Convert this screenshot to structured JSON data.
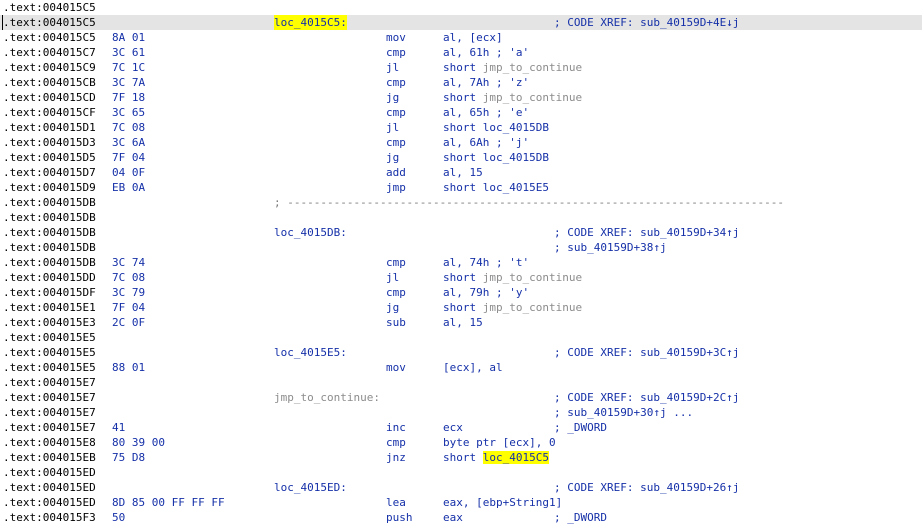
{
  "colors": {
    "background": "#ffffff",
    "address": "#000000",
    "code": "#1530a8",
    "comment_gray": "#8c8c8c",
    "highlight": "#ffff00",
    "selected_row": "#e4e4e4"
  },
  "listing": [
    {
      "addr": ".text:004015C5"
    },
    {
      "addr": ".text:004015C5",
      "selected": true,
      "label": "loc_4015C5:",
      "label_hl": true,
      "comment": "; CODE XREF: sub_40159D+4E↓j"
    },
    {
      "addr": ".text:004015C5",
      "bytes": "8A 01",
      "mnem": "mov",
      "ops": [
        {
          "t": "al, [ecx]"
        }
      ]
    },
    {
      "addr": ".text:004015C7",
      "bytes": "3C 61",
      "mnem": "cmp",
      "ops": [
        {
          "t": "al, 61h ; 'a'"
        }
      ]
    },
    {
      "addr": ".text:004015C9",
      "bytes": "7C 1C",
      "mnem": "jl",
      "ops": [
        {
          "t": "short "
        },
        {
          "t": "jmp_to_continue",
          "c": "gray"
        }
      ]
    },
    {
      "addr": ".text:004015CB",
      "bytes": "3C 7A",
      "mnem": "cmp",
      "ops": [
        {
          "t": "al, 7Ah ; 'z'"
        }
      ]
    },
    {
      "addr": ".text:004015CD",
      "bytes": "7F 18",
      "mnem": "jg",
      "ops": [
        {
          "t": "short "
        },
        {
          "t": "jmp_to_continue",
          "c": "gray"
        }
      ]
    },
    {
      "addr": ".text:004015CF",
      "bytes": "3C 65",
      "mnem": "cmp",
      "ops": [
        {
          "t": "al, 65h ; 'e'"
        }
      ]
    },
    {
      "addr": ".text:004015D1",
      "bytes": "7C 08",
      "mnem": "jl",
      "ops": [
        {
          "t": "short loc_4015DB"
        }
      ]
    },
    {
      "addr": ".text:004015D3",
      "bytes": "3C 6A",
      "mnem": "cmp",
      "ops": [
        {
          "t": "al, 6Ah ; 'j'"
        }
      ]
    },
    {
      "addr": ".text:004015D5",
      "bytes": "7F 04",
      "mnem": "jg",
      "ops": [
        {
          "t": "short loc_4015DB"
        }
      ]
    },
    {
      "addr": ".text:004015D7",
      "bytes": "04 0F",
      "mnem": "add",
      "ops": [
        {
          "t": "al, 15"
        }
      ]
    },
    {
      "addr": ".text:004015D9",
      "bytes": "EB 0A",
      "mnem": "jmp",
      "ops": [
        {
          "t": "short loc_4015E5"
        }
      ]
    },
    {
      "addr": ".text:004015DB",
      "separator": "; ---------------------------------------------------------------------------"
    },
    {
      "addr": ".text:004015DB"
    },
    {
      "addr": ".text:004015DB",
      "label": "loc_4015DB:",
      "comment": "; CODE XREF: sub_40159D+34↑j"
    },
    {
      "addr": ".text:004015DB",
      "comment": "; sub_40159D+38↑j"
    },
    {
      "addr": ".text:004015DB",
      "bytes": "3C 74",
      "mnem": "cmp",
      "ops": [
        {
          "t": "al, 74h ; 't'"
        }
      ]
    },
    {
      "addr": ".text:004015DD",
      "bytes": "7C 08",
      "mnem": "jl",
      "ops": [
        {
          "t": "short "
        },
        {
          "t": "jmp_to_continue",
          "c": "gray"
        }
      ]
    },
    {
      "addr": ".text:004015DF",
      "bytes": "3C 79",
      "mnem": "cmp",
      "ops": [
        {
          "t": "al, 79h ; 'y'"
        }
      ]
    },
    {
      "addr": ".text:004015E1",
      "bytes": "7F 04",
      "mnem": "jg",
      "ops": [
        {
          "t": "short "
        },
        {
          "t": "jmp_to_continue",
          "c": "gray"
        }
      ]
    },
    {
      "addr": ".text:004015E3",
      "bytes": "2C 0F",
      "mnem": "sub",
      "ops": [
        {
          "t": "al, 15"
        }
      ]
    },
    {
      "addr": ".text:004015E5"
    },
    {
      "addr": ".text:004015E5",
      "label": "loc_4015E5:",
      "comment": "; CODE XREF: sub_40159D+3C↑j"
    },
    {
      "addr": ".text:004015E5",
      "bytes": "88 01",
      "mnem": "mov",
      "ops": [
        {
          "t": "[ecx], al"
        }
      ]
    },
    {
      "addr": ".text:004015E7"
    },
    {
      "addr": ".text:004015E7",
      "label": "jmp_to_continue:",
      "label_gray": true,
      "comment": "; CODE XREF: sub_40159D+2C↑j"
    },
    {
      "addr": ".text:004015E7",
      "comment": "; sub_40159D+30↑j ..."
    },
    {
      "addr": ".text:004015E7",
      "bytes": "41",
      "mnem": "inc",
      "ops": [
        {
          "t": "ecx"
        }
      ],
      "comment": "; _DWORD"
    },
    {
      "addr": ".text:004015E8",
      "bytes": "80 39 00",
      "mnem": "cmp",
      "ops": [
        {
          "t": "byte ptr [ecx], 0"
        }
      ]
    },
    {
      "addr": ".text:004015EB",
      "bytes": "75 D8",
      "mnem": "jnz",
      "ops": [
        {
          "t": "short "
        },
        {
          "t": "loc_4015C5",
          "c": "hl"
        }
      ]
    },
    {
      "addr": ".text:004015ED"
    },
    {
      "addr": ".text:004015ED",
      "label": "loc_4015ED:",
      "comment": "; CODE XREF: sub_40159D+26↑j"
    },
    {
      "addr": ".text:004015ED",
      "bytes": "8D 85 00 FF FF FF",
      "mnem": "lea",
      "ops": [
        {
          "t": "eax, [ebp+"
        },
        {
          "t": "String1",
          "c": "kw"
        },
        {
          "t": "]"
        }
      ]
    },
    {
      "addr": ".text:004015F3",
      "bytes": "50",
      "mnem": "push",
      "ops": [
        {
          "t": "eax"
        }
      ],
      "comment": "; _DWORD"
    }
  ]
}
